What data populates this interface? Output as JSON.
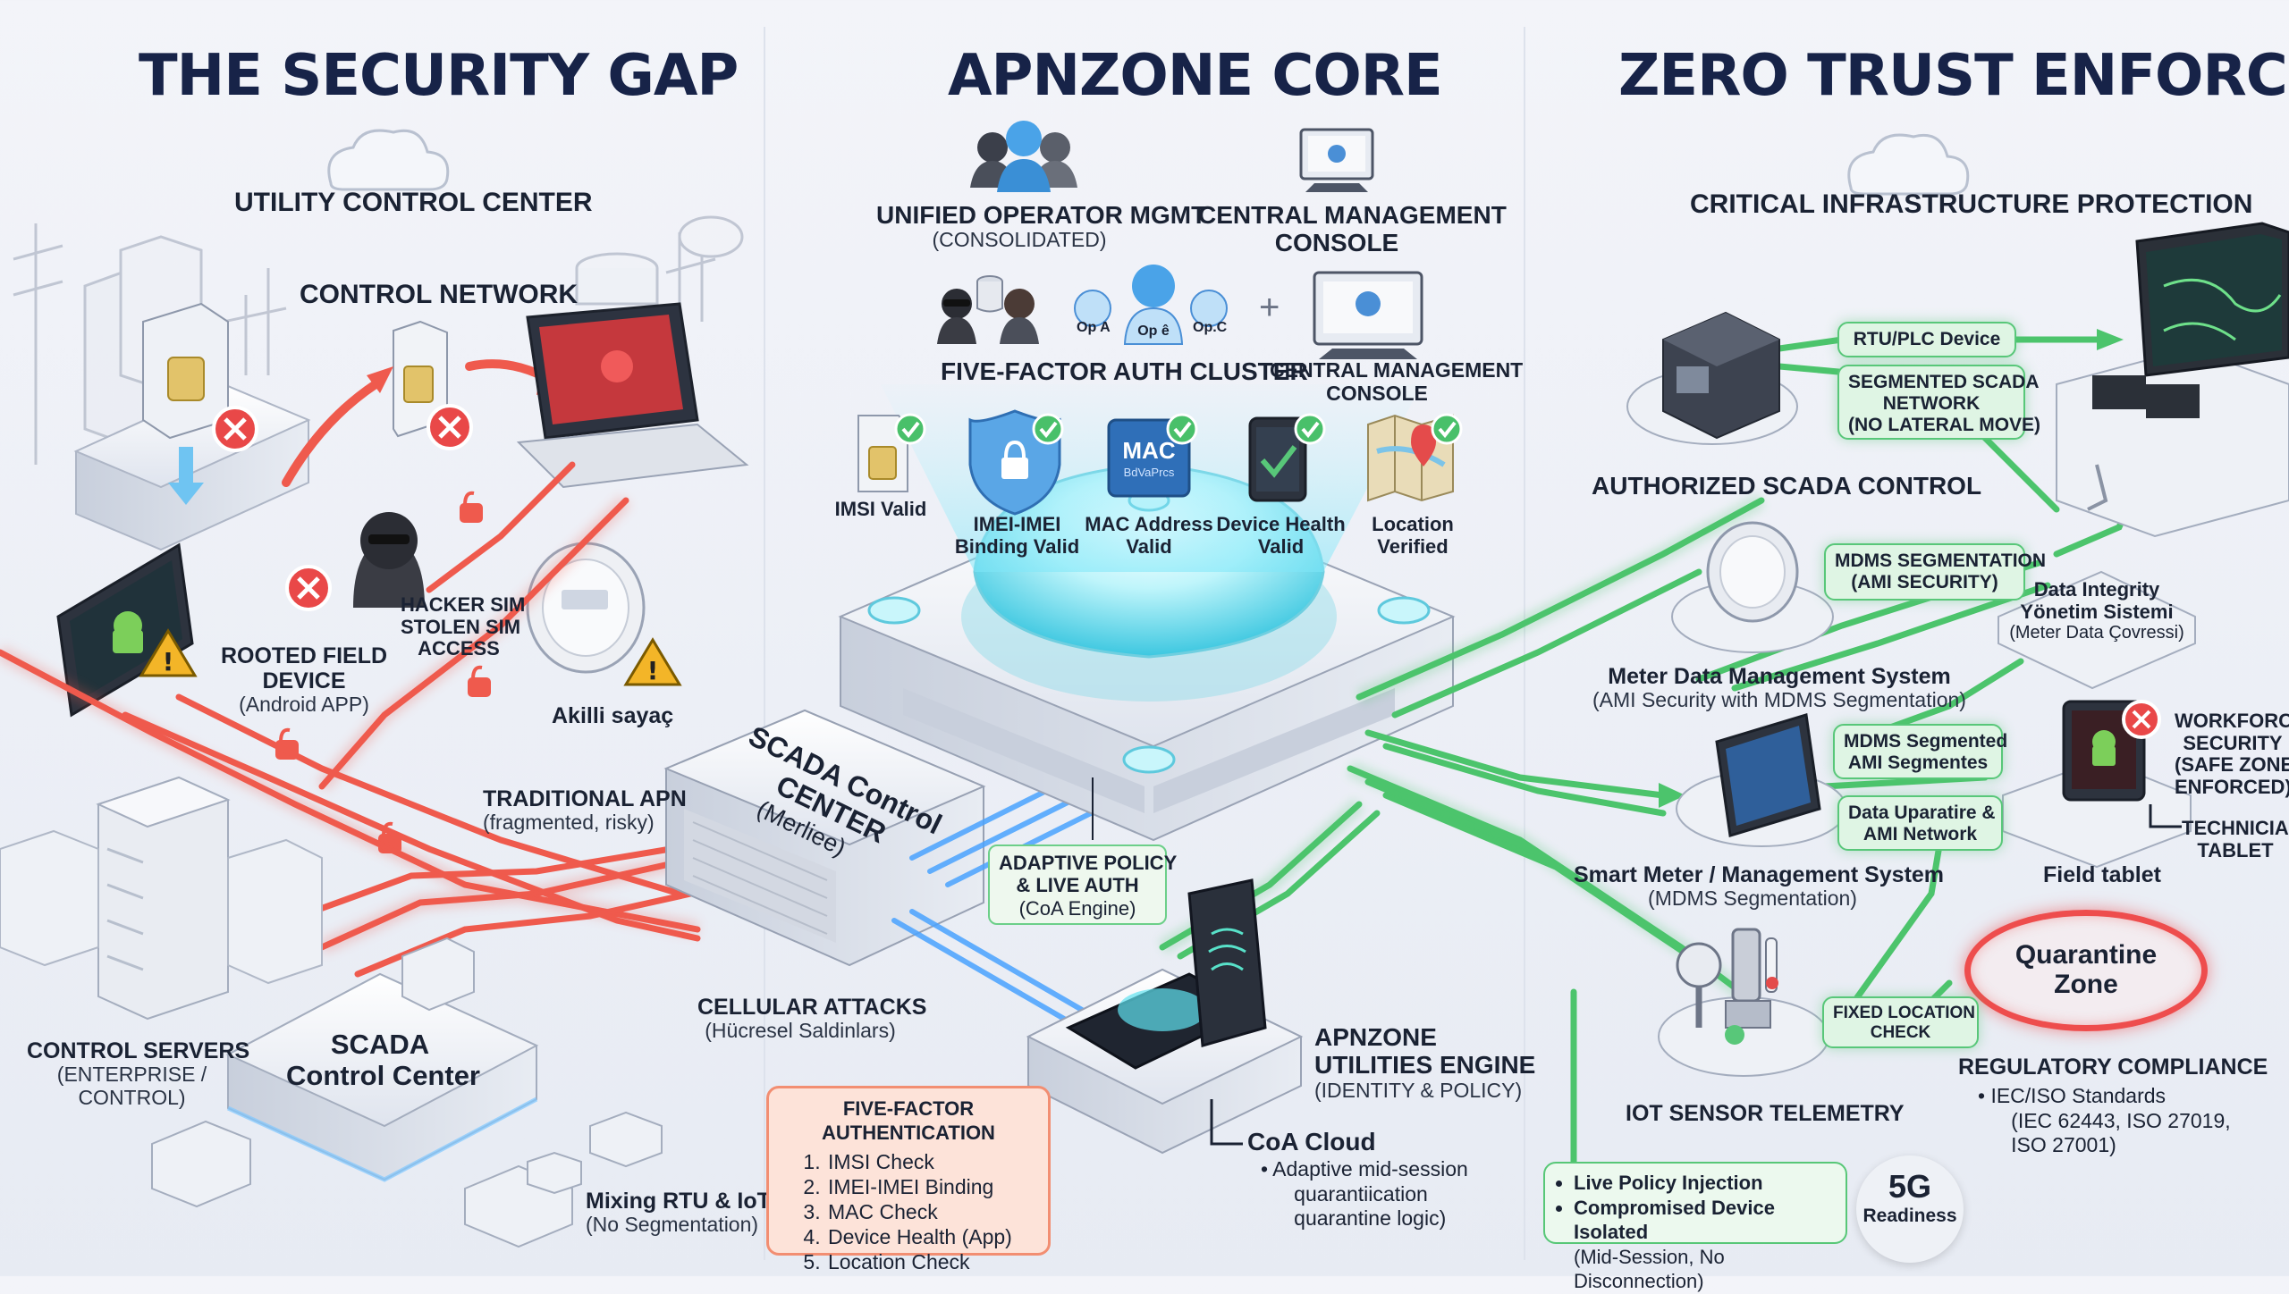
{
  "colors": {
    "title": "#172348",
    "attack": "#ef5a4d",
    "secure": "#4cc46c",
    "core_glow": "#5fe1f0",
    "link_blue": "#4aa3ff"
  },
  "sections": {
    "left_title": "THE SECURITY GAP",
    "center_title": "APNZONE CORE",
    "right_title": "ZERO TRUST ENFORCED"
  },
  "left": {
    "utility_control_center": "UTILITY CONTROL CENTER",
    "control_network": "CONTROL NETWORK",
    "hacker_sim": "HACKER SIM\nSTOLEN SIM\nACCESS",
    "rooted_device_title": "ROOTED FIELD\nDEVICE",
    "rooted_device_sub": "(Android APP)",
    "smart_meter": "Akilli sayaç",
    "traditional_apn_title": "TRADITIONAL APN",
    "traditional_apn_sub": "(fragmented, risky)",
    "control_servers_title": "CONTROL SERVERS",
    "control_servers_sub": "(ENTERPRISE /\nCONTROL)",
    "scada_cc": "SCADA\nControl Center",
    "scada_box_title": "SCADA Control\nCENTER",
    "scada_box_sub": "(Merliee)",
    "cellular_attacks_title": "CELLULAR ATTACKS",
    "cellular_attacks_sub": "(Hücresel Saldinlars)",
    "mixing_rtu_title": "Mixing RTU & IoT",
    "mixing_rtu_sub": "(No Segmentation)",
    "five_factor_box": {
      "header": "FIVE-FACTOR AUTHENTICATION",
      "items": [
        "IMSI Check",
        "IMEI-IMEI Binding",
        "MAC Check",
        "Device Health (App)",
        "Location Check"
      ]
    }
  },
  "center": {
    "unified_title": "UNIFIED OPERATOR MGMT",
    "unified_sub": "(CONSOLIDATED)",
    "console_top": "CENTRAL MANAGEMENT\nCONSOLE",
    "cluster_label": "FIVE-FACTOR AUTH CLUSTER",
    "op_a": "Op A",
    "op_b": "Op ê",
    "op_c": "Op.C",
    "plus": "+",
    "console_second": "CENTRAL MANAGEMENT\nCONSOLE",
    "mac_icon_text": "MAC",
    "mac_icon_sub": "BdVaPrcs",
    "factors": [
      {
        "label": "IMSI Valid"
      },
      {
        "label": "IMEI-IMEI\nBinding Valid"
      },
      {
        "label": "MAC Address\nValid"
      },
      {
        "label": "Device Health\nValid"
      },
      {
        "label": "Location\nVerified"
      }
    ],
    "adaptive_policy": "ADAPTIVE POLICY\n& LIVE AUTH",
    "adaptive_policy_sub": "(CoA Engine)",
    "engine_title": "APNZONE\nUTILITIES ENGINE",
    "engine_sub": "(IDENTITY & POLICY)",
    "coa_cloud_title": "CoA Cloud",
    "coa_cloud_bullets": "Adaptive mid-session\nquarantiication\nquarantine logic)"
  },
  "right": {
    "cip": "CRITICAL INFRASTRUCTURE PROTECTION",
    "rtu_plc": "RTU/PLC Device",
    "segmented_scada": "SEGMENTED SCADA\nNETWORK\n(NO LATERAL MOVE)",
    "authorized_scada": "AUTHORIZED SCADA CONTROL",
    "mdms_segmentation": "MDMS SEGMENTATION\n(AMI SECURITY)",
    "data_integrity_title": "Data Integrity\nYönetim Sistemi",
    "data_integrity_sub": "(Meter Data Çovressi)",
    "mdm_title": "Meter Data Management System",
    "mdm_sub": "(AMI Security with MDMS Segmentation)",
    "mdms_segmented": "MDMS Segmented\nAMI Segmentes",
    "data_uparatire": "Data Uparatire &\nAMI Network",
    "smart_meter_title": "Smart Meter / Management System",
    "smart_meter_sub": "(MDMS Segmentation)",
    "workforce": "WORKFORCE\nSECURITY\n(SAFE ZONE\nENFORCED)",
    "technician_tablet": "TECHNICIAN\nTABLET",
    "field_tablet": "Field tablet",
    "quarantine": "Quarantine\nZone",
    "fixed_location": "FIXED LOCATION\nCHECK",
    "iot_telemetry": "IOT SENSOR TELEMETRY",
    "regulatory_title": "REGULATORY COMPLIANCE",
    "regulatory_bullets": "IEC/ISO Standards\n(IEC 62443, ISO 27019,\nISO 27001)",
    "live_policy_items": [
      "Live Policy Injection",
      "Compromised Device Isolated"
    ],
    "live_policy_sub": "(Mid-Session, No Disconnection)",
    "badge_5g": "5G",
    "badge_readiness": "Readiness"
  }
}
